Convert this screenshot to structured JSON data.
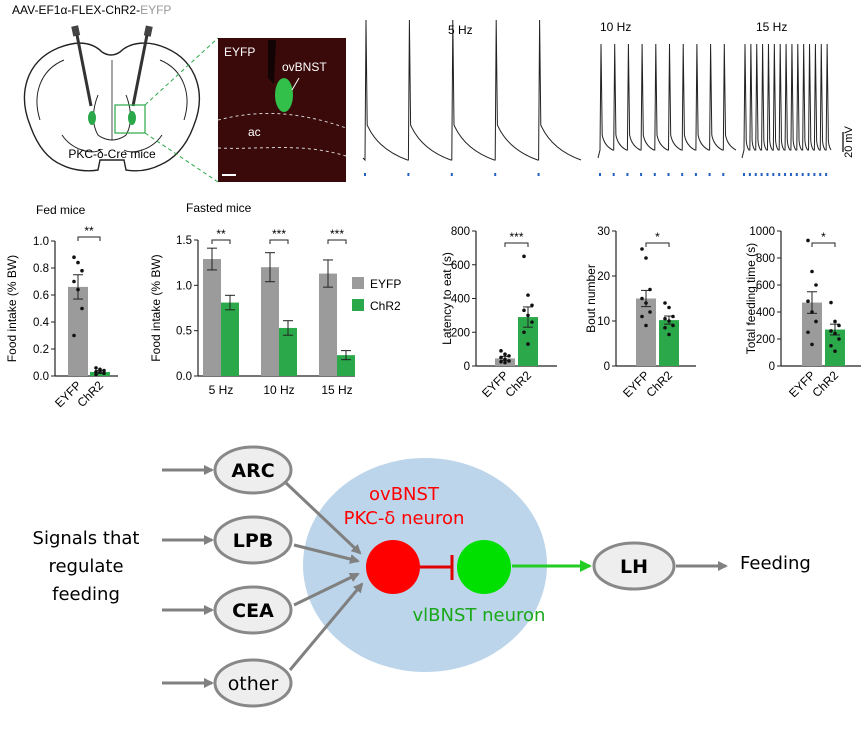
{
  "panel_a": {
    "construct": {
      "prefix": "AAV-EF1α-FLEX-ChR2-",
      "suffix": "EYFP"
    },
    "mouse_label": "PKC-δ-Cre mice",
    "micro": {
      "channel": "EYFP",
      "region": "ovBNST",
      "tract": "ac"
    }
  },
  "traces": {
    "labels": [
      "5 Hz",
      "10 Hz",
      "15 Hz"
    ],
    "scalebar": "20 mV"
  },
  "colors": {
    "eyfp": "#9b9b9b",
    "chr2": "#2aa84a",
    "red_neuron": "#ff0000",
    "green_neuron": "#00e000",
    "oval": "#bcd5ea"
  },
  "chart_data": [
    {
      "type": "bar",
      "title": "Fed mice",
      "categories": [
        "EYFP",
        "ChR2"
      ],
      "values": [
        0.66,
        0.03
      ],
      "errors": [
        0.09,
        0.01
      ],
      "points": [
        [
          0.88,
          0.84,
          0.78,
          0.7,
          0.64,
          0.5,
          0.3
        ],
        [
          0.06,
          0.05,
          0.04,
          0.03,
          0.03,
          0.02,
          0.01
        ]
      ],
      "ylabel": "Food intake (% BW)",
      "ylim": [
        0,
        1.0
      ],
      "yticks": [
        "0.0",
        "0.2",
        "0.4",
        "0.6",
        "0.8",
        "1.0"
      ],
      "significance": "**"
    },
    {
      "type": "bar",
      "title": "Fasted mice",
      "categories": [
        "5 Hz",
        "10 Hz",
        "15 Hz"
      ],
      "series": [
        {
          "name": "EYFP",
          "values": [
            1.29,
            1.2,
            1.13
          ],
          "errors": [
            0.12,
            0.16,
            0.15
          ]
        },
        {
          "name": "ChR2",
          "values": [
            0.81,
            0.53,
            0.23
          ],
          "errors": [
            0.08,
            0.08,
            0.05
          ]
        }
      ],
      "ylabel": "Food intake (% BW)",
      "ylim": [
        0,
        1.5
      ],
      "yticks": [
        "0.0",
        "0.5",
        "1.0",
        "1.5"
      ],
      "significance": [
        "**",
        "***",
        "***"
      ],
      "legend": "right"
    },
    {
      "type": "bar",
      "categories": [
        "EYFP",
        "ChR2"
      ],
      "values": [
        45,
        290
      ],
      "errors": [
        12,
        60
      ],
      "points": [
        [
          90,
          70,
          60,
          50,
          40,
          30,
          25,
          20
        ],
        [
          650,
          420,
          360,
          330,
          300,
          260,
          200,
          130
        ]
      ],
      "ylabel": "Latency to eat (s)",
      "ylim": [
        0,
        800
      ],
      "yticks": [
        "0",
        "200",
        "400",
        "600",
        "800"
      ],
      "significance": "***"
    },
    {
      "type": "bar",
      "categories": [
        "EYFP",
        "ChR2"
      ],
      "values": [
        15,
        10.2
      ],
      "errors": [
        1.8,
        0.9
      ],
      "points": [
        [
          26,
          24,
          17,
          15,
          14,
          12,
          11,
          9
        ],
        [
          14,
          13,
          11,
          10.5,
          10,
          9,
          8.5,
          7
        ]
      ],
      "ylabel": "Bout number",
      "ylim": [
        0,
        30
      ],
      "yticks": [
        "0",
        "10",
        "20",
        "30"
      ],
      "significance": "*"
    },
    {
      "type": "bar",
      "categories": [
        "EYFP",
        "ChR2"
      ],
      "values": [
        470,
        270
      ],
      "errors": [
        80,
        40
      ],
      "points": [
        [
          930,
          700,
          600,
          480,
          400,
          330,
          250,
          160
        ],
        [
          470,
          330,
          300,
          260,
          240,
          200,
          150,
          110
        ]
      ],
      "ylabel": "Total feeding time (s)",
      "ylim": [
        0,
        1000
      ],
      "yticks": [
        "0",
        "200",
        "400",
        "600",
        "800",
        "1000"
      ],
      "significance": "*"
    }
  ],
  "diagram": {
    "inputs_text": [
      "Signals that",
      "regulate",
      "feeding"
    ],
    "nodes": [
      "ARC",
      "LPB",
      "CEA",
      "other"
    ],
    "red_label": [
      "ovBNST",
      "PKC-δ neuron"
    ],
    "green_label": "vlBNST neuron",
    "target": "LH",
    "output": "Feeding"
  }
}
